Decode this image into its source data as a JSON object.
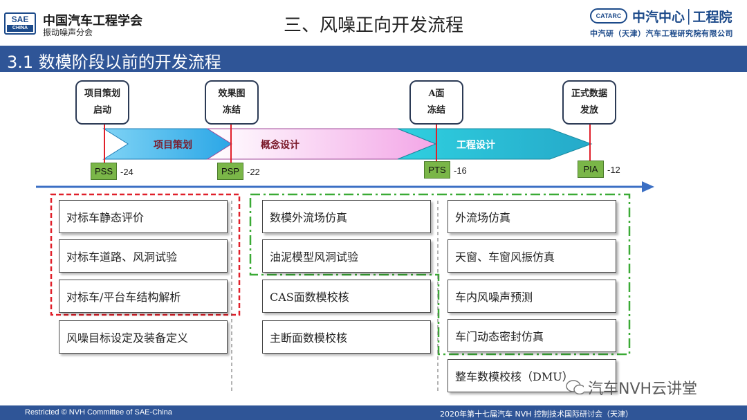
{
  "header": {
    "logo_sae_top": "SAE",
    "logo_sae_bottom": "CHINA",
    "org_name": "中国汽车工程学会",
    "org_sub": "振动噪声分会",
    "title": "三、风噪正向开发流程",
    "logo_catarc": "CATARC",
    "logo_cn": "中汽中心│工程院",
    "logo_sub": "中汽研（天津）汽车工程研究院有限公司"
  },
  "section": {
    "title": "3.1 数模阶段以前的开发流程"
  },
  "milestones": [
    {
      "label": "项目策划\n启动",
      "gate": "PSS",
      "offset": "-24"
    },
    {
      "label": "效果图\n冻结",
      "gate": "PSP",
      "offset": "-22"
    },
    {
      "label": "A面\n冻结",
      "gate": "PTS",
      "offset": "-16"
    },
    {
      "label": "正式数据\n发放",
      "gate": "PIA",
      "offset": "-12"
    }
  ],
  "phases": [
    "项目策划",
    "概念设计",
    "工程设计"
  ],
  "columns": [
    {
      "tasks": [
        "对标车静态评价",
        "对标车道路、风洞试验",
        "对标车/平台车结构解析",
        "风噪目标设定及装备定义"
      ]
    },
    {
      "tasks": [
        "数模外流场仿真",
        "油泥模型风洞试验",
        "CAS面数模校核",
        "主断面数模校核"
      ]
    },
    {
      "tasks": [
        "外流场仿真",
        "天窗、车窗风振仿真",
        "车内风噪声预测",
        "车门动态密封仿真",
        "整车数模校核（DMU）"
      ]
    }
  ],
  "footer": {
    "left": "Restricted © NVH Committee of SAE-China",
    "right": "2020年第十七届汽车 NVH 控制技术国际研讨会（天津）"
  },
  "watermark": "汽车NVH云讲堂",
  "colors": {
    "brand_blue": "#2f5597",
    "phase1": "#4bb6ec",
    "phase2": "#f2b0e8",
    "phase3": "#2ec7d6",
    "gate_green": "#7ab648",
    "milestone_line": "#e0202a",
    "red_dash": "#e0202a",
    "green_dashdot": "#3aaa35",
    "axis_arrow": "#3b6fc4"
  }
}
